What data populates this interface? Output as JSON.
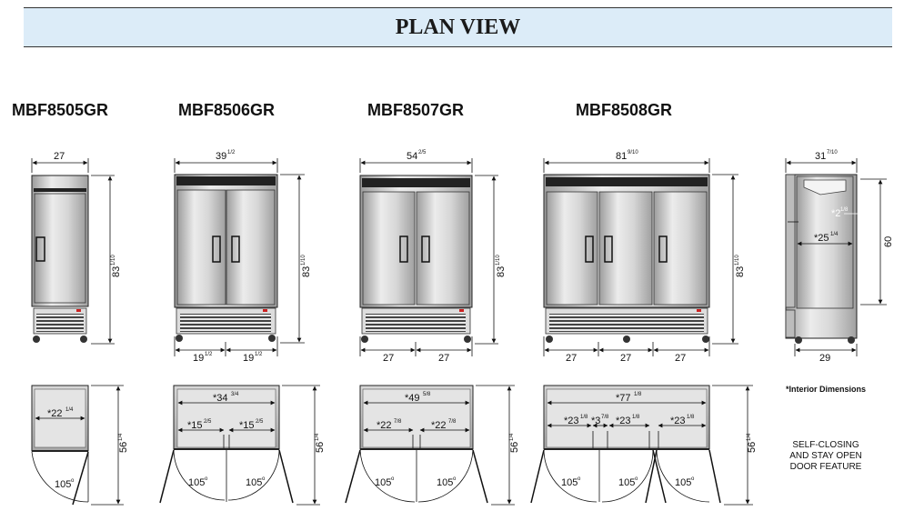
{
  "title": "PLAN VIEW",
  "models": [
    {
      "name": "MBF8505GR"
    },
    {
      "name": "MBF8506GR"
    },
    {
      "name": "MBF8507GR"
    },
    {
      "name": "MBF8508GR"
    }
  ],
  "dims": {
    "m1_width": "27",
    "m1_height": "83",
    "m1_height_frac": "1/10",
    "m1_depth": "56",
    "m1_depth_frac": "1/4",
    "m1_interior": "*22",
    "m1_interior_frac": "1/4",
    "m1_angle": "105",
    "m2_width": "39",
    "m2_width_frac": "1/2",
    "m2_height": "83",
    "m2_height_frac": "1/10",
    "m2_bottom_left": "19",
    "m2_bottom_left_frac": "1/2",
    "m2_bottom_right": "19",
    "m2_bottom_right_frac": "1/2",
    "m2_interior": "*34",
    "m2_interior_frac": "3/4",
    "m2_door_left": "*15",
    "m2_door_left_frac": "2/5",
    "m2_door_right": "*15",
    "m2_door_right_frac": "2/5",
    "m2_depth": "56",
    "m2_depth_frac": "1/4",
    "m2_angle_left": "105",
    "m2_angle_right": "105",
    "m3_width": "54",
    "m3_width_frac": "2/5",
    "m3_height": "83",
    "m3_height_frac": "1/10",
    "m3_bottom_left": "27",
    "m3_bottom_right": "27",
    "m3_interior": "*49",
    "m3_interior_frac": "5/8",
    "m3_door_left": "*22",
    "m3_door_left_frac": "7/8",
    "m3_door_right": "*22",
    "m3_door_right_frac": "7/8",
    "m3_depth": "56",
    "m3_depth_frac": "1/4",
    "m3_angle_left": "105",
    "m3_angle_right": "105",
    "m4_width": "81",
    "m4_width_frac": "9/10",
    "m4_height": "83",
    "m4_height_frac": "1/10",
    "m4_bottom_1": "27",
    "m4_bottom_2": "27",
    "m4_bottom_3": "27",
    "m4_interior": "*77",
    "m4_interior_frac": "1/8",
    "m4_door_1": "*23",
    "m4_door_1_frac": "1/8",
    "m4_mid": "*3",
    "m4_mid_frac": "7/8",
    "m4_door_2": "*23",
    "m4_door_2_frac": "1/8",
    "m4_door_3": "*23",
    "m4_door_3_frac": "1/8",
    "m4_depth": "56",
    "m4_depth_frac": "1/4",
    "m4_angle_1": "105",
    "m4_angle_2": "105",
    "m4_angle_3": "105",
    "side_width": "31",
    "side_width_frac": "7/10",
    "side_inner": "*2",
    "side_inner_frac": "1/8",
    "side_depth_inner": "*25",
    "side_depth_inner_frac": "1/4",
    "side_height": "60",
    "side_bottom": "29",
    "degree": "o"
  },
  "notes": {
    "interior": "*Interior Dimensions",
    "door_line1": "SELF-CLOSING",
    "door_line2": "AND STAY OPEN",
    "door_line3": "DOOR FEATURE"
  },
  "colors": {
    "banner_bg": "#dcecf8",
    "steel_light": "#e6e6e6",
    "steel_dark": "#a8a8a8",
    "grille": "#555555",
    "top_bar": "#222222",
    "indicator": "#cc2222"
  }
}
